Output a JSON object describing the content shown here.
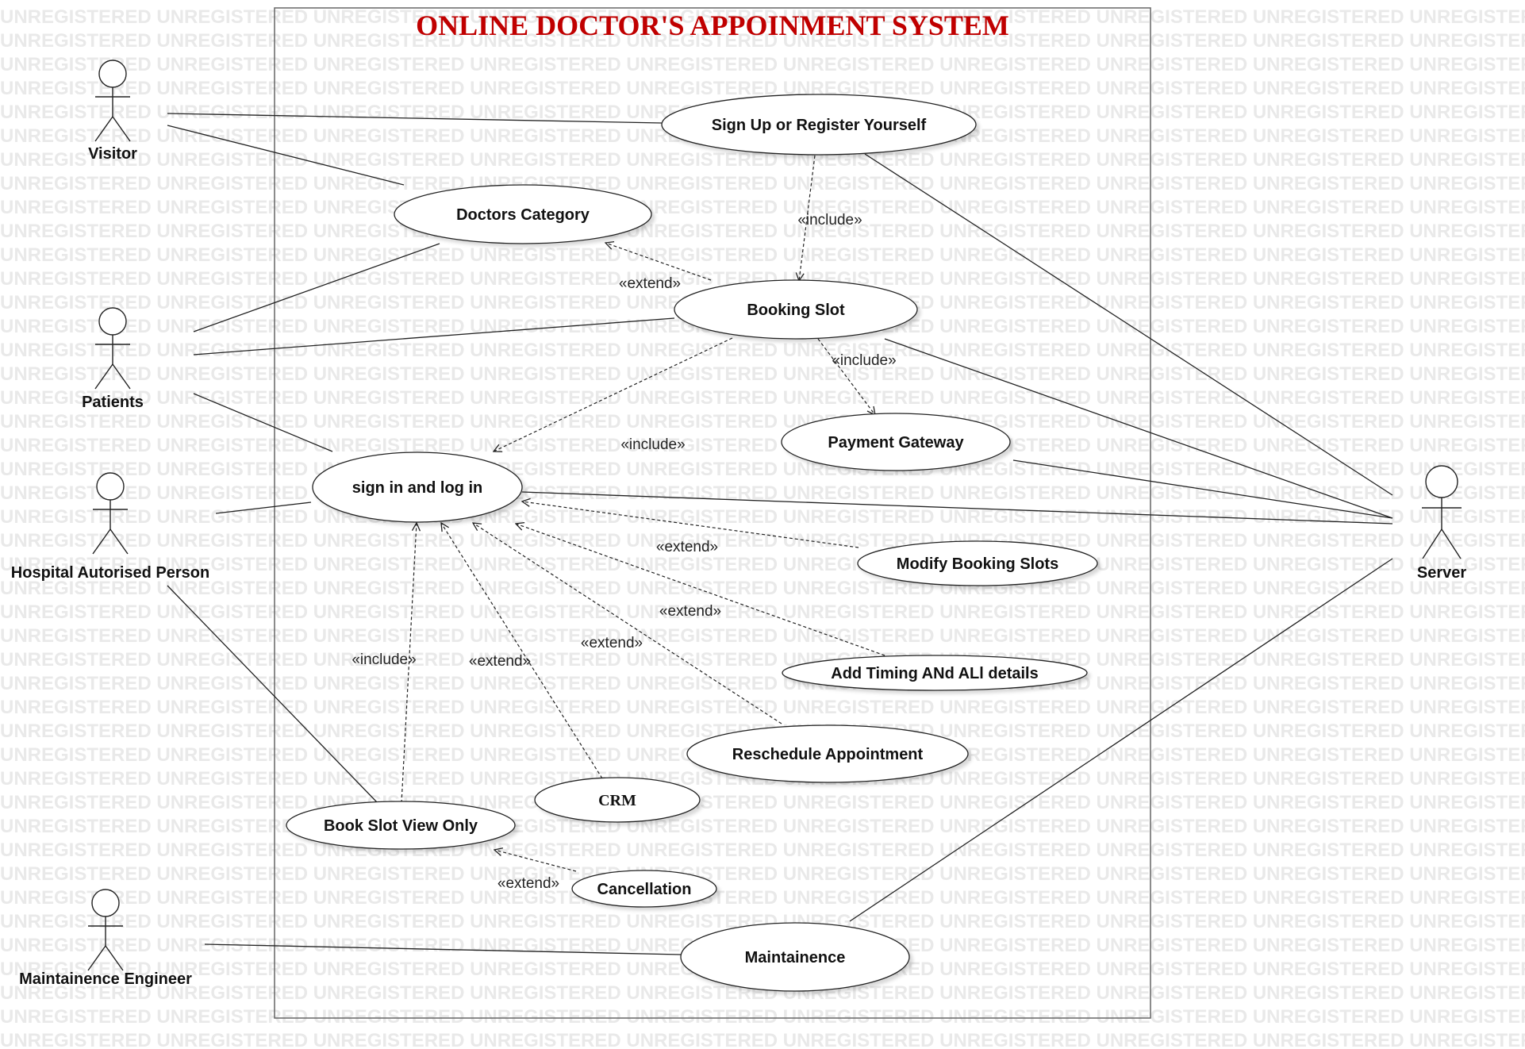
{
  "diagram": {
    "title": "ONLINE DOCTOR'S APPOINMENT SYSTEM",
    "watermark_text": "UNREGISTERED",
    "colors": {
      "title": "#c00000",
      "line": "#222222",
      "watermark": "#e9e9e9"
    },
    "actors": [
      {
        "id": "visitor",
        "label": "Visitor"
      },
      {
        "id": "patients",
        "label": "Patients"
      },
      {
        "id": "hospital",
        "label": "Hospital Autorised Person"
      },
      {
        "id": "engineer",
        "label": "Maintainence Engineer"
      },
      {
        "id": "server",
        "label": "Server"
      }
    ],
    "use_cases": [
      {
        "id": "signup",
        "label": "Sign Up or Register Yourself"
      },
      {
        "id": "category",
        "label": "Doctors Category"
      },
      {
        "id": "booking",
        "label": "Booking Slot"
      },
      {
        "id": "payment",
        "label": "Payment Gateway"
      },
      {
        "id": "signin",
        "label": "sign in and  log in"
      },
      {
        "id": "modify",
        "label": "Modify Booking Slots"
      },
      {
        "id": "timing",
        "label": "Add Timing ANd ALl details"
      },
      {
        "id": "reschedule",
        "label": "Reschedule Appointment"
      },
      {
        "id": "crm",
        "label": "CRM"
      },
      {
        "id": "bookview",
        "label": "Book Slot View Only"
      },
      {
        "id": "cancellation",
        "label": "Cancellation"
      },
      {
        "id": "maintenance",
        "label": "Maintainence"
      }
    ],
    "stereotypes": {
      "include": "«include»",
      "extend": "«extend»"
    }
  }
}
